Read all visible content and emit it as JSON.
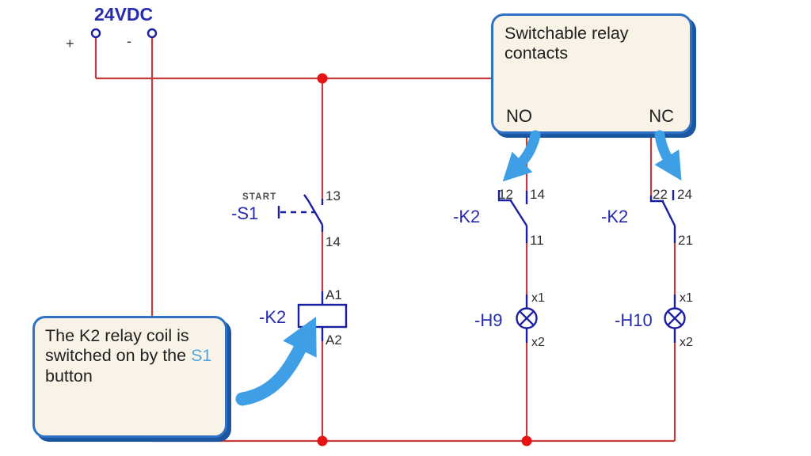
{
  "power": {
    "label": "24VDC",
    "plus": "+",
    "minus": "-"
  },
  "s1": {
    "tag": "START",
    "name": "-S1",
    "t_top": "13",
    "t_bot": "14"
  },
  "coil": {
    "name": "-K2",
    "t_top": "A1",
    "t_bot": "A2"
  },
  "no_contact": {
    "name": "-K2",
    "t_nc": "12",
    "t_no": "14",
    "t_com": "11"
  },
  "nc_contact": {
    "name": "-K2",
    "t_nc": "22",
    "t_no": "24",
    "t_com": "21"
  },
  "h9": {
    "name": "-H9",
    "t_top": "x1",
    "t_bot": "x2"
  },
  "h10": {
    "name": "-H10",
    "t_top": "x1",
    "t_bot": "x2"
  },
  "callout_contacts": {
    "title": "Switchable relay contacts",
    "no": "NO",
    "nc": "NC"
  },
  "callout_coil": {
    "text_before": "The K2 relay coil is switched on by the ",
    "highlight": "S1",
    "text_after": " button"
  },
  "colors": {
    "wire_red": "#c43b3b",
    "junction_red": "#ea1313",
    "symbol_blue": "#1a1fa0",
    "label_blue": "#262cae",
    "callout_bg": "#f8f2e7",
    "callout_border": "#2e72c4",
    "callout_shadow": "#1b57a0",
    "arrow_blue": "#3f9fe6",
    "s1_highlight": "#4fa8e4",
    "text_dark": "#1f1f1f"
  }
}
